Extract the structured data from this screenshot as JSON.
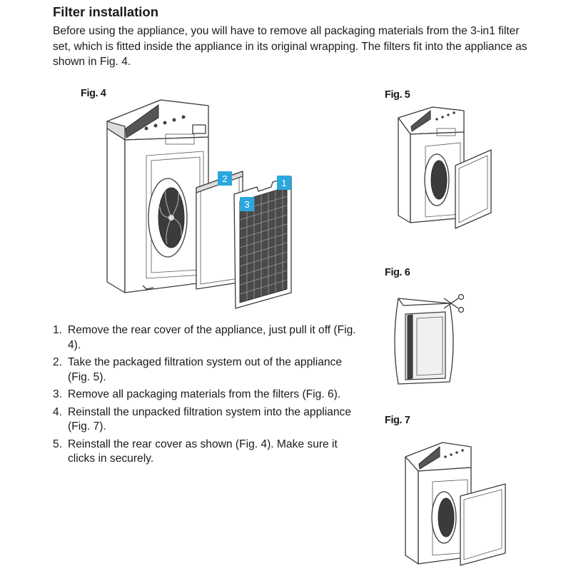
{
  "heading": "Filter installation",
  "intro": "Before using the appliance, you will have to remove all packaging materials from the 3-in1 filter set, which is fitted inside the appliance in its original wrapping. The filters fit into the appliance as shown in Fig. 4.",
  "figures": {
    "fig4": {
      "label": "Fig. 4",
      "badges": [
        "2",
        "1",
        "3"
      ]
    },
    "fig5": {
      "label": "Fig. 5"
    },
    "fig6": {
      "label": "Fig. 6"
    },
    "fig7": {
      "label": "Fig. 7"
    }
  },
  "steps": [
    {
      "num": "1.",
      "text": "Remove the rear cover of the appliance, just pull it off (Fig. 4)."
    },
    {
      "num": "2.",
      "text": "Take the packaged filtration system out of the appliance (Fig. 5)."
    },
    {
      "num": "3.",
      "text": "Remove all packaging materials from the filters (Fig. 6)."
    },
    {
      "num": "4.",
      "text": "Reinstall the unpacked filtration system into the appliance (Fig. 7)."
    },
    {
      "num": "5.",
      "text": "Reinstall the rear cover as shown (Fig. 4). Make sure it clicks in securely."
    }
  ],
  "colors": {
    "badge": "#2aa7de",
    "text": "#1a1a1a"
  }
}
